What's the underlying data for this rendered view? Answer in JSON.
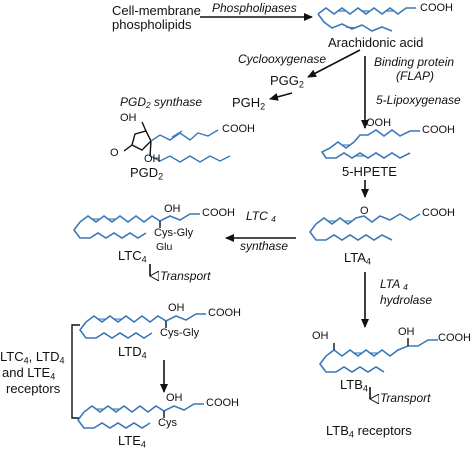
{
  "colors": {
    "chain": "#3a78b8",
    "ink": "#111111",
    "background": "#ffffff"
  },
  "labels": {
    "source_line1": "Cell-membrane",
    "source_line2": "phospholipids",
    "arachidonic": "Arachidonic acid",
    "pgg": "PGG",
    "pgg_sub": "2",
    "pgh": "PGH",
    "pgh_sub": "2",
    "pgd": "PGD",
    "pgd_sub": "2",
    "hpete": "5-HPETE",
    "lta": "LTA",
    "lta_sub": "4",
    "ltc": "LTC",
    "ltc_sub": "4",
    "ltd": "LTD",
    "ltd_sub": "4",
    "lte": "LTE",
    "lte_sub": "4",
    "ltb": "LTB",
    "ltb_sub": "4",
    "receptors_ltb": "LTB",
    "receptors_ltb_sub": "4",
    "receptors_ltb_tail": " receptors",
    "receptors_line1_a": "LTC",
    "receptors_line1_a_sub": "4",
    "receptors_line1_b": ", LTD",
    "receptors_line1_b_sub": "4",
    "receptors_line2_a": "and LTE",
    "receptors_line2_a_sub": "4",
    "receptors_line3": "receptors"
  },
  "enzymes": {
    "phospholipases": "Phospholipases",
    "cyclooxygenase": "Cyclooxygenase",
    "binding_line1": "Binding protein",
    "binding_line2": "(FLAP)",
    "lipoxygenase": "5-Lipoxygenase",
    "pgd_synthase_a": "PGD",
    "pgd_synthase_sub": "2",
    "pgd_synthase_b": " synthase",
    "ltc_synthase_a": "LTC",
    "ltc_synthase_sub": "4",
    "ltc_synthase_b": "synthase",
    "lta_hydrolase_a": "LTA",
    "lta_hydrolase_sub": "4",
    "lta_hydrolase_b": "hydrolase",
    "transport_left": "Transport",
    "transport_right": "Transport"
  },
  "groups": {
    "cooh_aa": "COOH",
    "cooh_pgd": "COOH",
    "oh_pgd_top": "OH",
    "oh_pgd_bottom": "OH",
    "o_pgd": "O",
    "ooh": "OOH",
    "cooh_hpete": "COOH",
    "o_lta": "O",
    "cooh_lta": "COOH",
    "oh_ltc": "OH",
    "cooh_ltc": "COOH",
    "cysgly_ltc": "Cys-Gly",
    "glu": "Glu",
    "oh_ltd": "OH",
    "cooh_ltd": "COOH",
    "cysgly_ltd": "Cys-Gly",
    "oh_lte": "OH",
    "cooh_lte": "COOH",
    "cys": "Cys",
    "oh_ltb_left": "OH",
    "oh_ltb_right": "OH",
    "cooh_ltb": "COOH"
  }
}
